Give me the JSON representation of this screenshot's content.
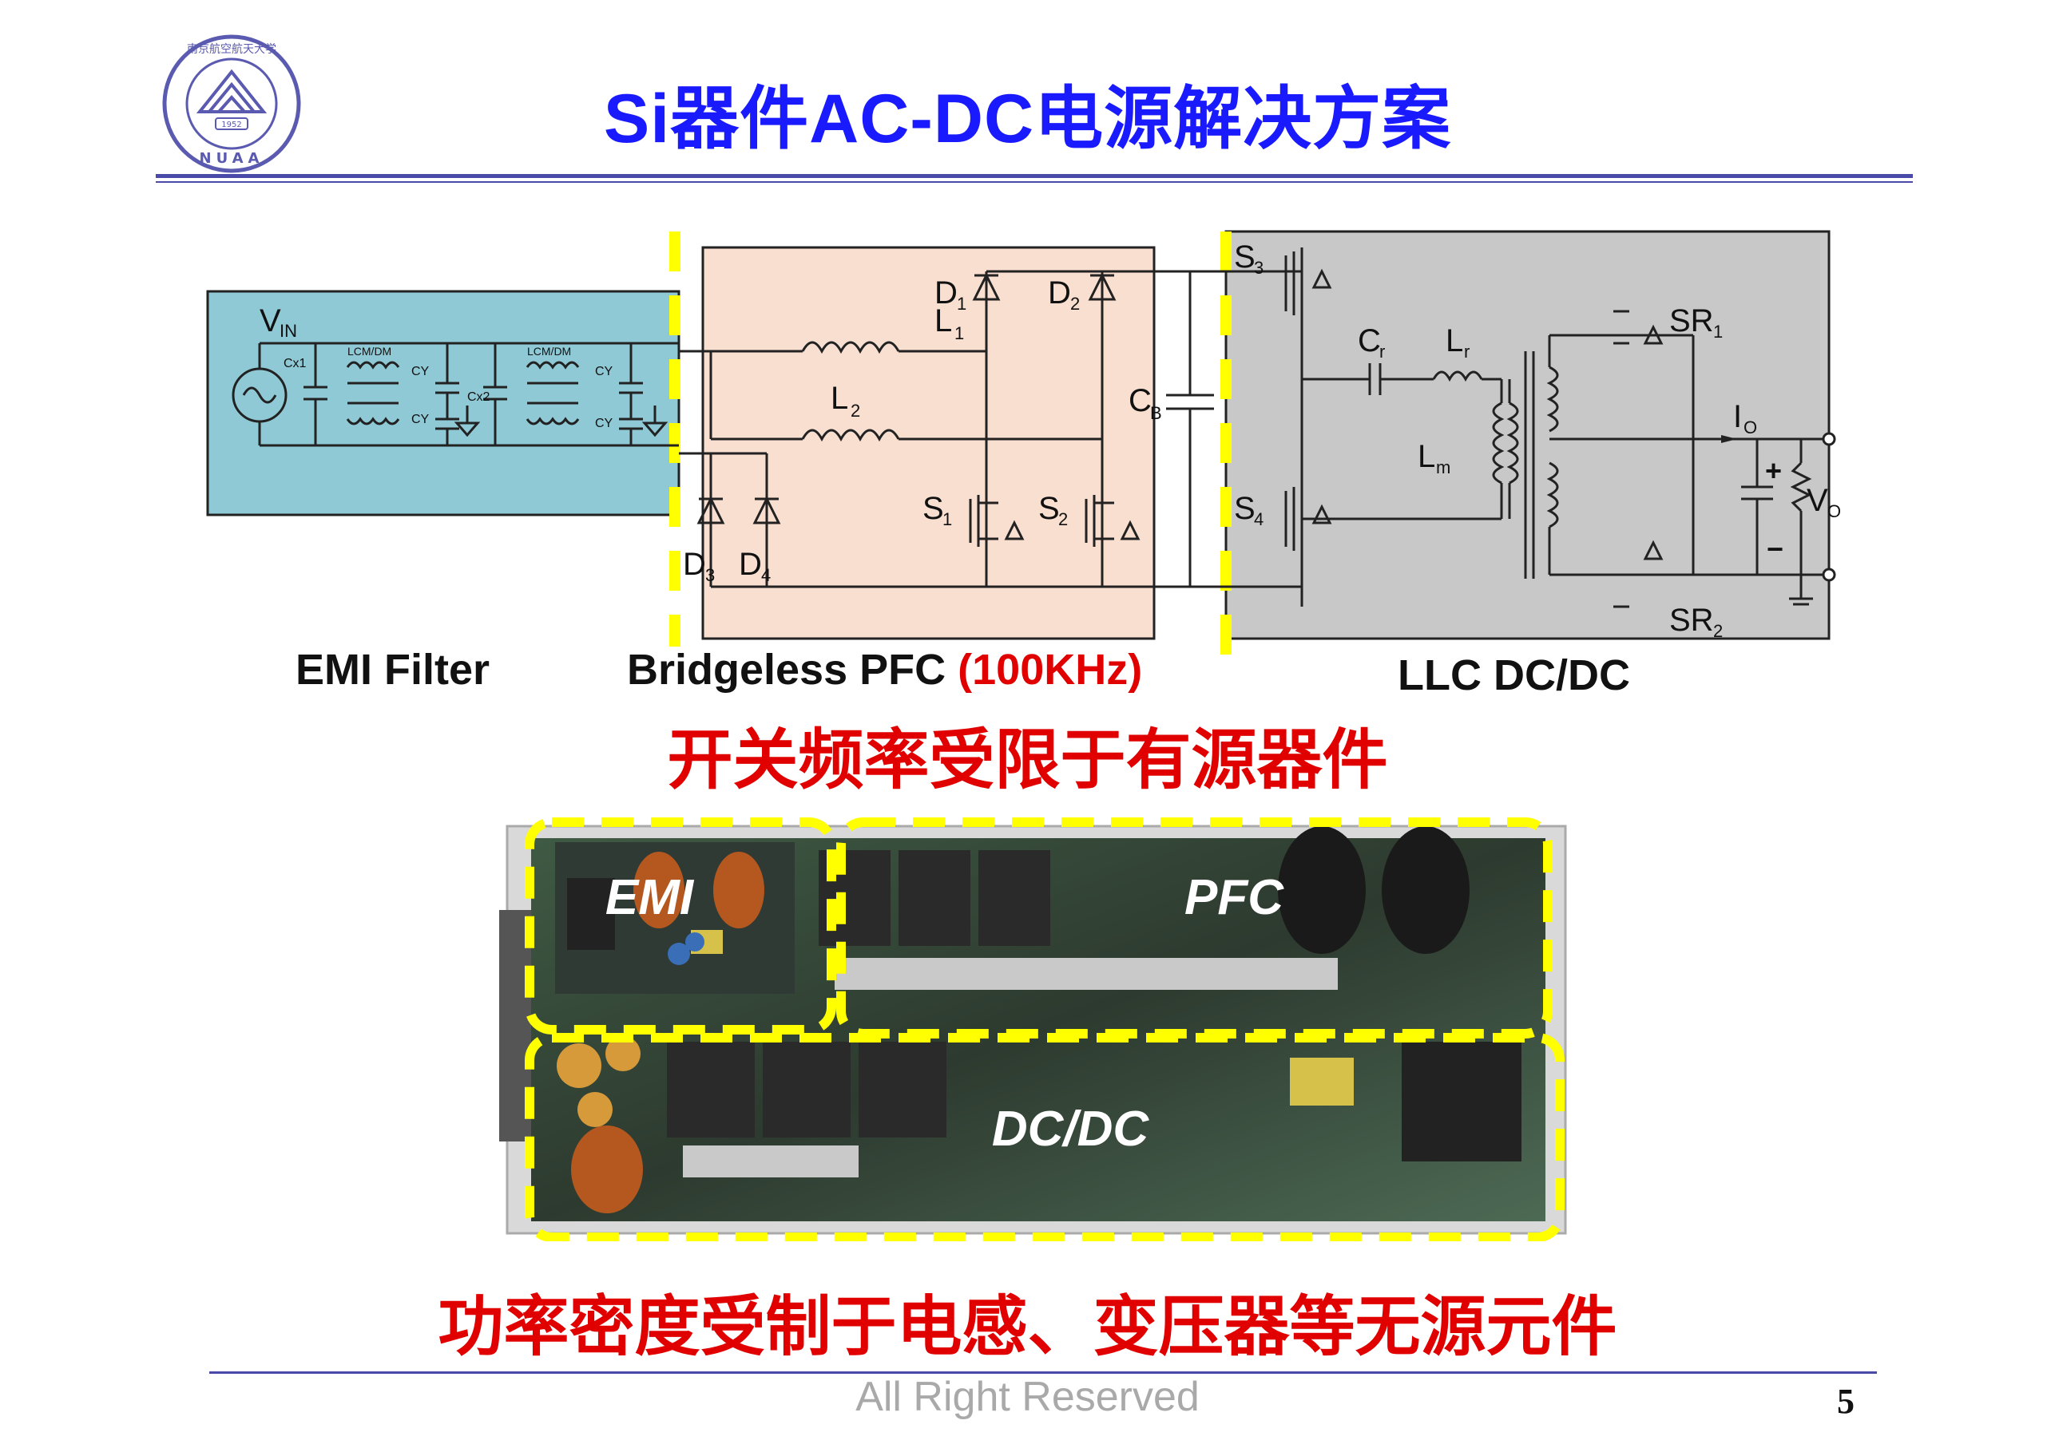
{
  "slide": {
    "title": "Si器件AC-DC电源解决方案",
    "logo_text": "NUAA",
    "logo_year": "1952",
    "logo_cn": "南京航空航天大学",
    "page_number": "5",
    "footer": "All Right Reserved"
  },
  "circuit": {
    "sections": {
      "emi": "EMI Filter",
      "pfc": "Bridgeless PFC",
      "pfc_freq": "(100KHz)",
      "llc": "LLC DC/DC"
    },
    "labels": {
      "vin": "V",
      "vin_sub": "IN",
      "cx1": "Cx1",
      "cx2": "Cx2",
      "lcm1": "LCM/DM",
      "lcm2": "LCM/DM",
      "cy_a": "CY",
      "cy_b": "CY",
      "cy_c": "CY",
      "cy_d": "CY",
      "l1": "L",
      "l1_sub": "1",
      "l2": "L",
      "l2_sub": "2",
      "d1": "D",
      "d1_sub": "1",
      "d2": "D",
      "d2_sub": "2",
      "d3": "D",
      "d3_sub": "3",
      "d4": "D",
      "d4_sub": "4",
      "s1": "S",
      "s1_sub": "1",
      "s2": "S",
      "s2_sub": "2",
      "cb": "C",
      "cb_sub": "B",
      "s3": "S",
      "s3_sub": "3",
      "s4": "S",
      "s4_sub": "4",
      "cr": "C",
      "cr_sub": "r",
      "lr": "L",
      "lr_sub": "r",
      "lm": "L",
      "lm_sub": "m",
      "sr1": "SR",
      "sr1_sub": "1",
      "sr2": "SR",
      "sr2_sub": "2",
      "io": "I",
      "io_sub": "O",
      "vo": "V",
      "vo_sub": "O",
      "plus": "+",
      "minus": "−"
    },
    "colors": {
      "emi_bg": "#8fc9d6",
      "pfc_bg": "#f9dfd0",
      "llc_bg": "#c8c8c8",
      "dash": "#ffff00"
    }
  },
  "caption1": "开关频率受限于有源器件",
  "photo": {
    "labels": {
      "emi": "EMI",
      "pfc": "PFC",
      "dcdc": "DC/DC"
    }
  },
  "caption2": "功率密度受制于电感、变压器等无源元件"
}
